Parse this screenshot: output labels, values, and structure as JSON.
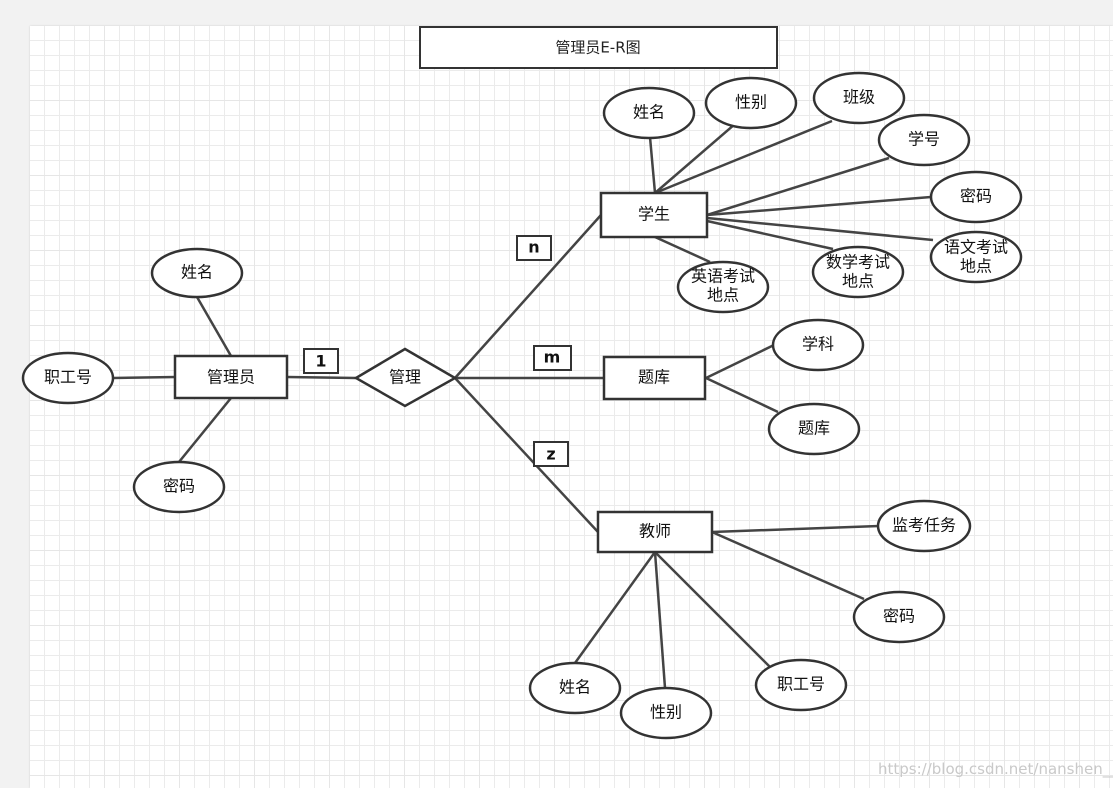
{
  "title": "管理员E-R图",
  "entities": {
    "admin": "管理员",
    "student": "学生",
    "bank": "题库",
    "teacher": "教师"
  },
  "relationship": "管理",
  "cardinalities": {
    "admin": "1",
    "student": "n",
    "bank": "m",
    "teacher": "z"
  },
  "attributes": {
    "admin": [
      "姓名",
      "职工号",
      "密码"
    ],
    "student": [
      "姓名",
      "性别",
      "班级",
      "学号",
      "密码",
      [
        "语文考试",
        "地点"
      ],
      [
        "数学考试",
        "地点"
      ],
      [
        "英语考试",
        "地点"
      ]
    ],
    "bank": [
      "学科",
      "题库"
    ],
    "teacher": [
      "监考任务",
      "密码",
      "职工号",
      "性别",
      "姓名"
    ]
  },
  "watermark": "https://blog.csdn.net/nanshen__"
}
